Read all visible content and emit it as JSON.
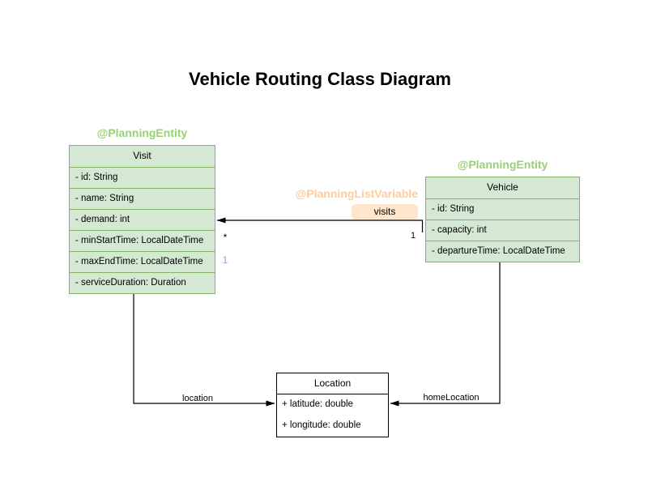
{
  "title": "Vehicle Routing Class Diagram",
  "classes": {
    "visit": {
      "annotation": "@PlanningEntity",
      "name": "Visit",
      "attributes": [
        "- id: String",
        "- name: String",
        "- demand: int",
        "- minStartTime: LocalDateTime",
        "- maxEndTime: LocalDateTime",
        "- serviceDuration: Duration"
      ]
    },
    "vehicle": {
      "annotation": "@PlanningEntity",
      "name": "Vehicle",
      "attributes": [
        "- id: String",
        "- capacity: int",
        "- departureTime: LocalDateTime"
      ]
    },
    "location": {
      "name": "Location",
      "attributes": [
        "+ latitude: double",
        "+ longitude: double"
      ]
    }
  },
  "edges": {
    "visits": {
      "annotation": "@PlanningListVariable",
      "label": "visits",
      "target_multiplicity": "*",
      "source_multiplicity": "1",
      "index_label": "1"
    },
    "location": {
      "label": "location"
    },
    "home_location": {
      "label": "homeLocation"
    }
  },
  "colors": {
    "class_fill_green": "#d5e8d4",
    "class_stroke_green": "#82b366",
    "entity_annotation_green": "#97d077",
    "list_variable_annotation_orange": "#ffcc99",
    "visits_label_bg": "#ffe6cc",
    "index_label_purple": "#a992c9",
    "edge_color": "#000000"
  }
}
